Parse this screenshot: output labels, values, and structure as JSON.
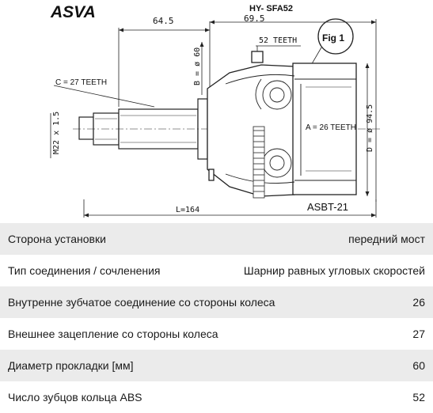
{
  "drawing": {
    "brand": "ASVA",
    "model": "HY- SFA52",
    "figure_label": "Fig 1",
    "part_number": "ASBT-21",
    "dimensions": {
      "shaft_length": "64.5",
      "body_length": "69.5",
      "abs_teeth": "52 TEETH",
      "outer_spline": "C = 27 TEETH",
      "seal_diameter": "B = ø 60",
      "thread": "M22 x 1.5",
      "inner_spline": "A = 26 TEETH",
      "outer_diameter": "D = ø 94.5",
      "total_length": "L=164"
    }
  },
  "specs": [
    {
      "label": "Сторона установки",
      "value": "передний мост"
    },
    {
      "label": "Тип соединения / сочленения",
      "value": "Шарнир равных угловых скоростей"
    },
    {
      "label": "Внутренне зубчатое соединение со стороны колеса",
      "value": "26"
    },
    {
      "label": "Внешнее зацепление со стороны колеса",
      "value": "27"
    },
    {
      "label": "Диаметр прокладки [мм]",
      "value": "60"
    },
    {
      "label": "Число зубцов кольца ABS",
      "value": "52"
    }
  ]
}
